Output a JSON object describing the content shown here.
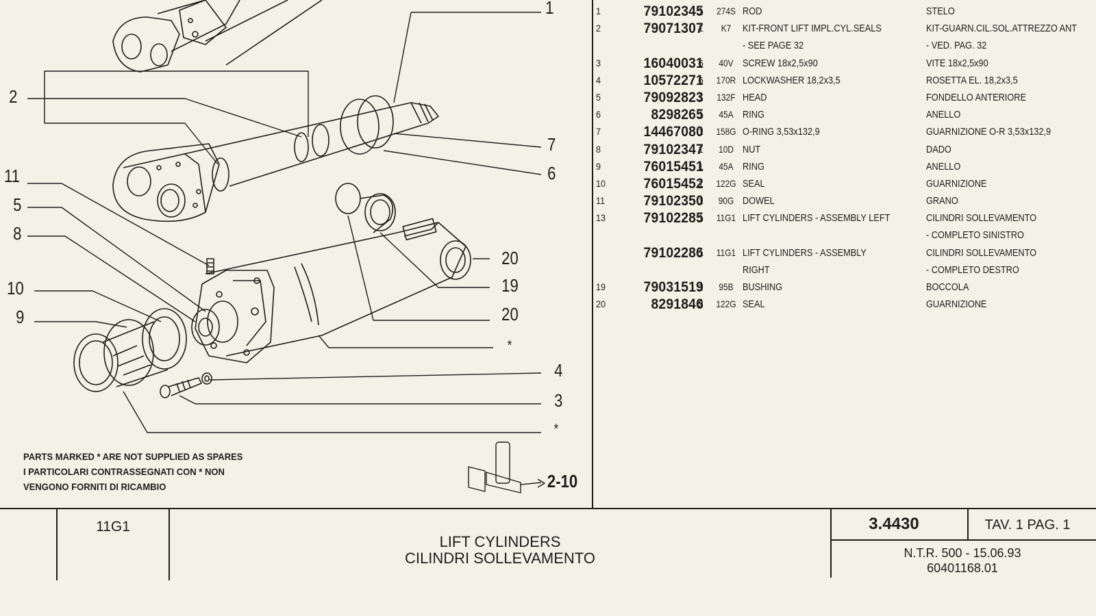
{
  "table": {
    "rows": [
      {
        "ref": "1",
        "code": "79102345",
        "qty": "1",
        "group": "274S",
        "en": "ROD",
        "it": "STELO"
      },
      {
        "ref": "2",
        "code": "79071307",
        "qty": "1",
        "group": "K7",
        "en": "KIT-FRONT LIFT IMPL.CYL.SEALS",
        "it": "KIT-GUARN.CIL.SOL.ATTREZZO ANT"
      },
      {
        "ref": "",
        "code": "",
        "qty": "",
        "group": "",
        "en": "- SEE PAGE 32",
        "it": "- VED. PAG. 32"
      },
      {
        "ref": "3",
        "code": "16040031",
        "qty": "6",
        "group": "40V",
        "en": "SCREW 18x2,5x90",
        "it": "VITE 18x2,5x90"
      },
      {
        "ref": "4",
        "code": "10572271",
        "qty": "6",
        "group": "170R",
        "en": "LOCKWASHER 18,2x3,5",
        "it": "ROSETTA EL. 18,2x3,5"
      },
      {
        "ref": "5",
        "code": "79092823",
        "qty": "1",
        "group": "132F",
        "en": "HEAD",
        "it": "FONDELLO ANTERIORE"
      },
      {
        "ref": "6",
        "code": "8298265",
        "qty": "1",
        "group": "45A",
        "en": "RING",
        "it": "ANELLO"
      },
      {
        "ref": "7",
        "code": "14467080",
        "qty": "1",
        "group": "158G",
        "en": "O-RING 3,53x132,9",
        "it": "GUARNIZIONE O-R 3,53x132,9"
      },
      {
        "ref": "8",
        "code": "79102347",
        "qty": "1",
        "group": "10D",
        "en": "NUT",
        "it": "DADO"
      },
      {
        "ref": "9",
        "code": "76015451",
        "qty": "1",
        "group": "45A",
        "en": "RING",
        "it": "ANELLO"
      },
      {
        "ref": "10",
        "code": "76015452",
        "qty": "1",
        "group": "122G",
        "en": "SEAL",
        "it": "GUARNIZIONE"
      },
      {
        "ref": "11",
        "code": "79102350",
        "qty": "1",
        "group": "90G",
        "en": "DOWEL",
        "it": "GRANO"
      },
      {
        "ref": "13",
        "code": "79102285",
        "qty": "1",
        "group": "11G1",
        "en": "LIFT CYLINDERS - ASSEMBLY LEFT",
        "it": "CILINDRI SOLLEVAMENTO"
      },
      {
        "ref": "",
        "code": "",
        "qty": "",
        "group": "",
        "en": "",
        "it": "- COMPLETO SINISTRO"
      },
      {
        "ref": "",
        "code": "79102286",
        "qty": "1",
        "group": "11G1",
        "en": "LIFT CYLINDERS - ASSEMBLY",
        "it": "CILINDRI SOLLEVAMENTO"
      },
      {
        "ref": "",
        "code": "",
        "qty": "",
        "group": "",
        "en": "RIGHT",
        "it": "- COMPLETO DESTRO"
      },
      {
        "ref": "19",
        "code": "79031519",
        "qty": "1",
        "group": "95B",
        "en": "BUSHING",
        "it": "BOCCOLA"
      },
      {
        "ref": "20",
        "code": "8291846",
        "qty": "2",
        "group": "122G",
        "en": "SEAL",
        "it": "GUARNIZIONE"
      }
    ]
  },
  "callouts": {
    "c1": "1",
    "c2": "2",
    "c7": "7",
    "c6": "6",
    "c11": "11",
    "c5": "5",
    "c8": "8",
    "c10": "10",
    "c9": "9",
    "c20a": "20",
    "c19": "19",
    "c20b": "20",
    "c_star1": "*",
    "c4": "4",
    "c3": "3",
    "c_star2": "*"
  },
  "inset_ref": "2-10",
  "note": {
    "line1": "PARTS MARKED * ARE NOT SUPPLIED AS SPARES",
    "line2": "I PARTICOLARI CONTRASSEGNATI CON * NON",
    "line3": "VENGONO FORNITI DI RICAMBIO"
  },
  "footer": {
    "group_code": "11G1",
    "title_en": "LIFT CYLINDERS",
    "title_it": "CILINDRI SOLLEVAMENTO",
    "code_main": "3.4430",
    "tav": "TAV. 1 PAG. 1",
    "ntr": "N.T.R. 500 - 15.06.93",
    "ref2": "60401168.01"
  }
}
